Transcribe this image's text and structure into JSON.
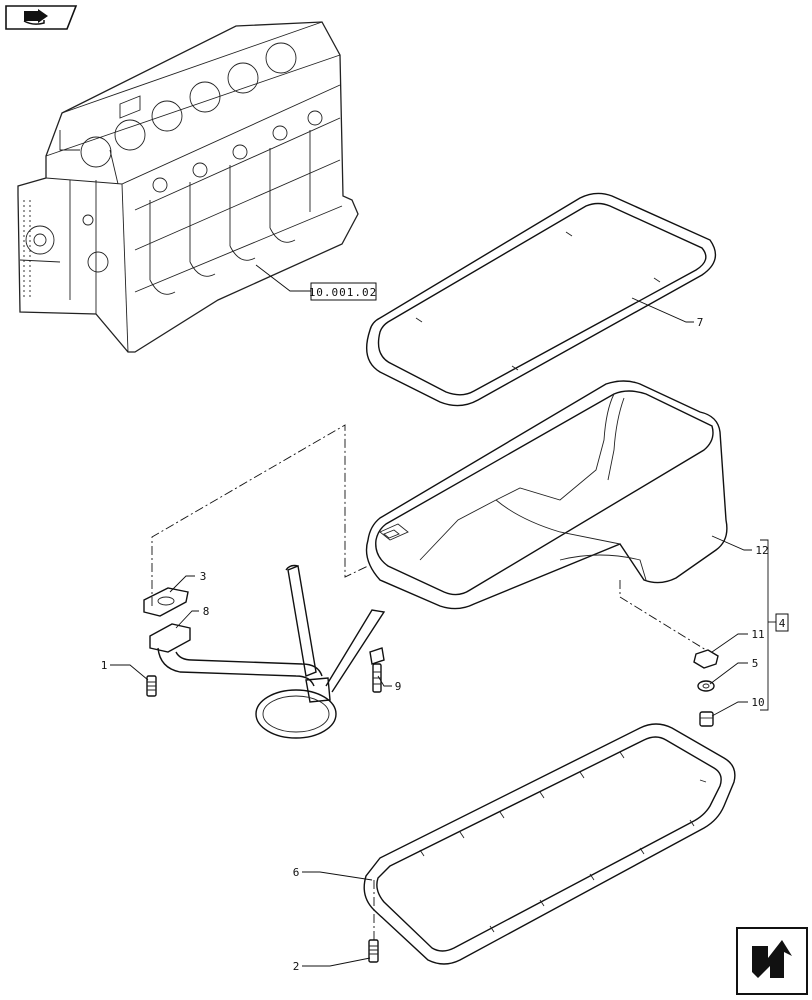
{
  "reference": {
    "label": "10.001.02"
  },
  "callouts": [
    {
      "id": "c1",
      "label": "1"
    },
    {
      "id": "c2",
      "label": "2"
    },
    {
      "id": "c3",
      "label": "3"
    },
    {
      "id": "c4",
      "label": "4"
    },
    {
      "id": "c5",
      "label": "5"
    },
    {
      "id": "c6",
      "label": "6"
    },
    {
      "id": "c7",
      "label": "7"
    },
    {
      "id": "c8",
      "label": "8"
    },
    {
      "id": "c9",
      "label": "9"
    },
    {
      "id": "c10",
      "label": "10"
    },
    {
      "id": "c11",
      "label": "11"
    },
    {
      "id": "c12",
      "label": "12"
    }
  ],
  "icons": {
    "top_left": "book-forward-icon",
    "bottom_right": "next-page-arrow-icon"
  },
  "colors": {
    "ink": "#111111",
    "background": "#ffffff"
  }
}
